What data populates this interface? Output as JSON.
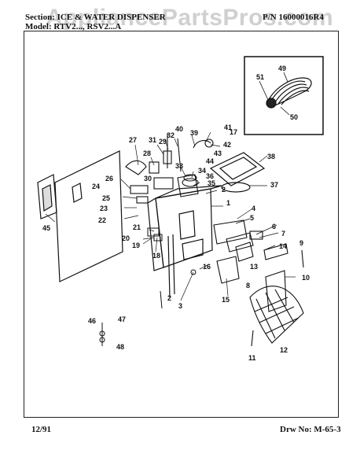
{
  "header": {
    "section_label": "Section: ICE & WATER DISPENSER",
    "part_number": "P/N 16000016R4",
    "model_label": "Model: RTV2..., RSV2...A"
  },
  "watermark": "AppliancePartsPros.com",
  "callouts": [
    "1",
    "2",
    "2",
    "3",
    "4",
    "5",
    "6",
    "7",
    "8",
    "9",
    "10",
    "11",
    "12",
    "13",
    "14",
    "15",
    "16",
    "17",
    "18",
    "19",
    "20",
    "21",
    "22",
    "23",
    "24",
    "25",
    "26",
    "27",
    "28",
    "29",
    "30",
    "31",
    "32",
    "33",
    "34",
    "35",
    "36",
    "37",
    "38",
    "39",
    "40",
    "41",
    "42",
    "43",
    "44",
    "45",
    "46",
    "47",
    "48",
    "49",
    "50",
    "51"
  ],
  "footer": {
    "date": "12/91",
    "drawing_number": "Drw No: M-65-3"
  }
}
